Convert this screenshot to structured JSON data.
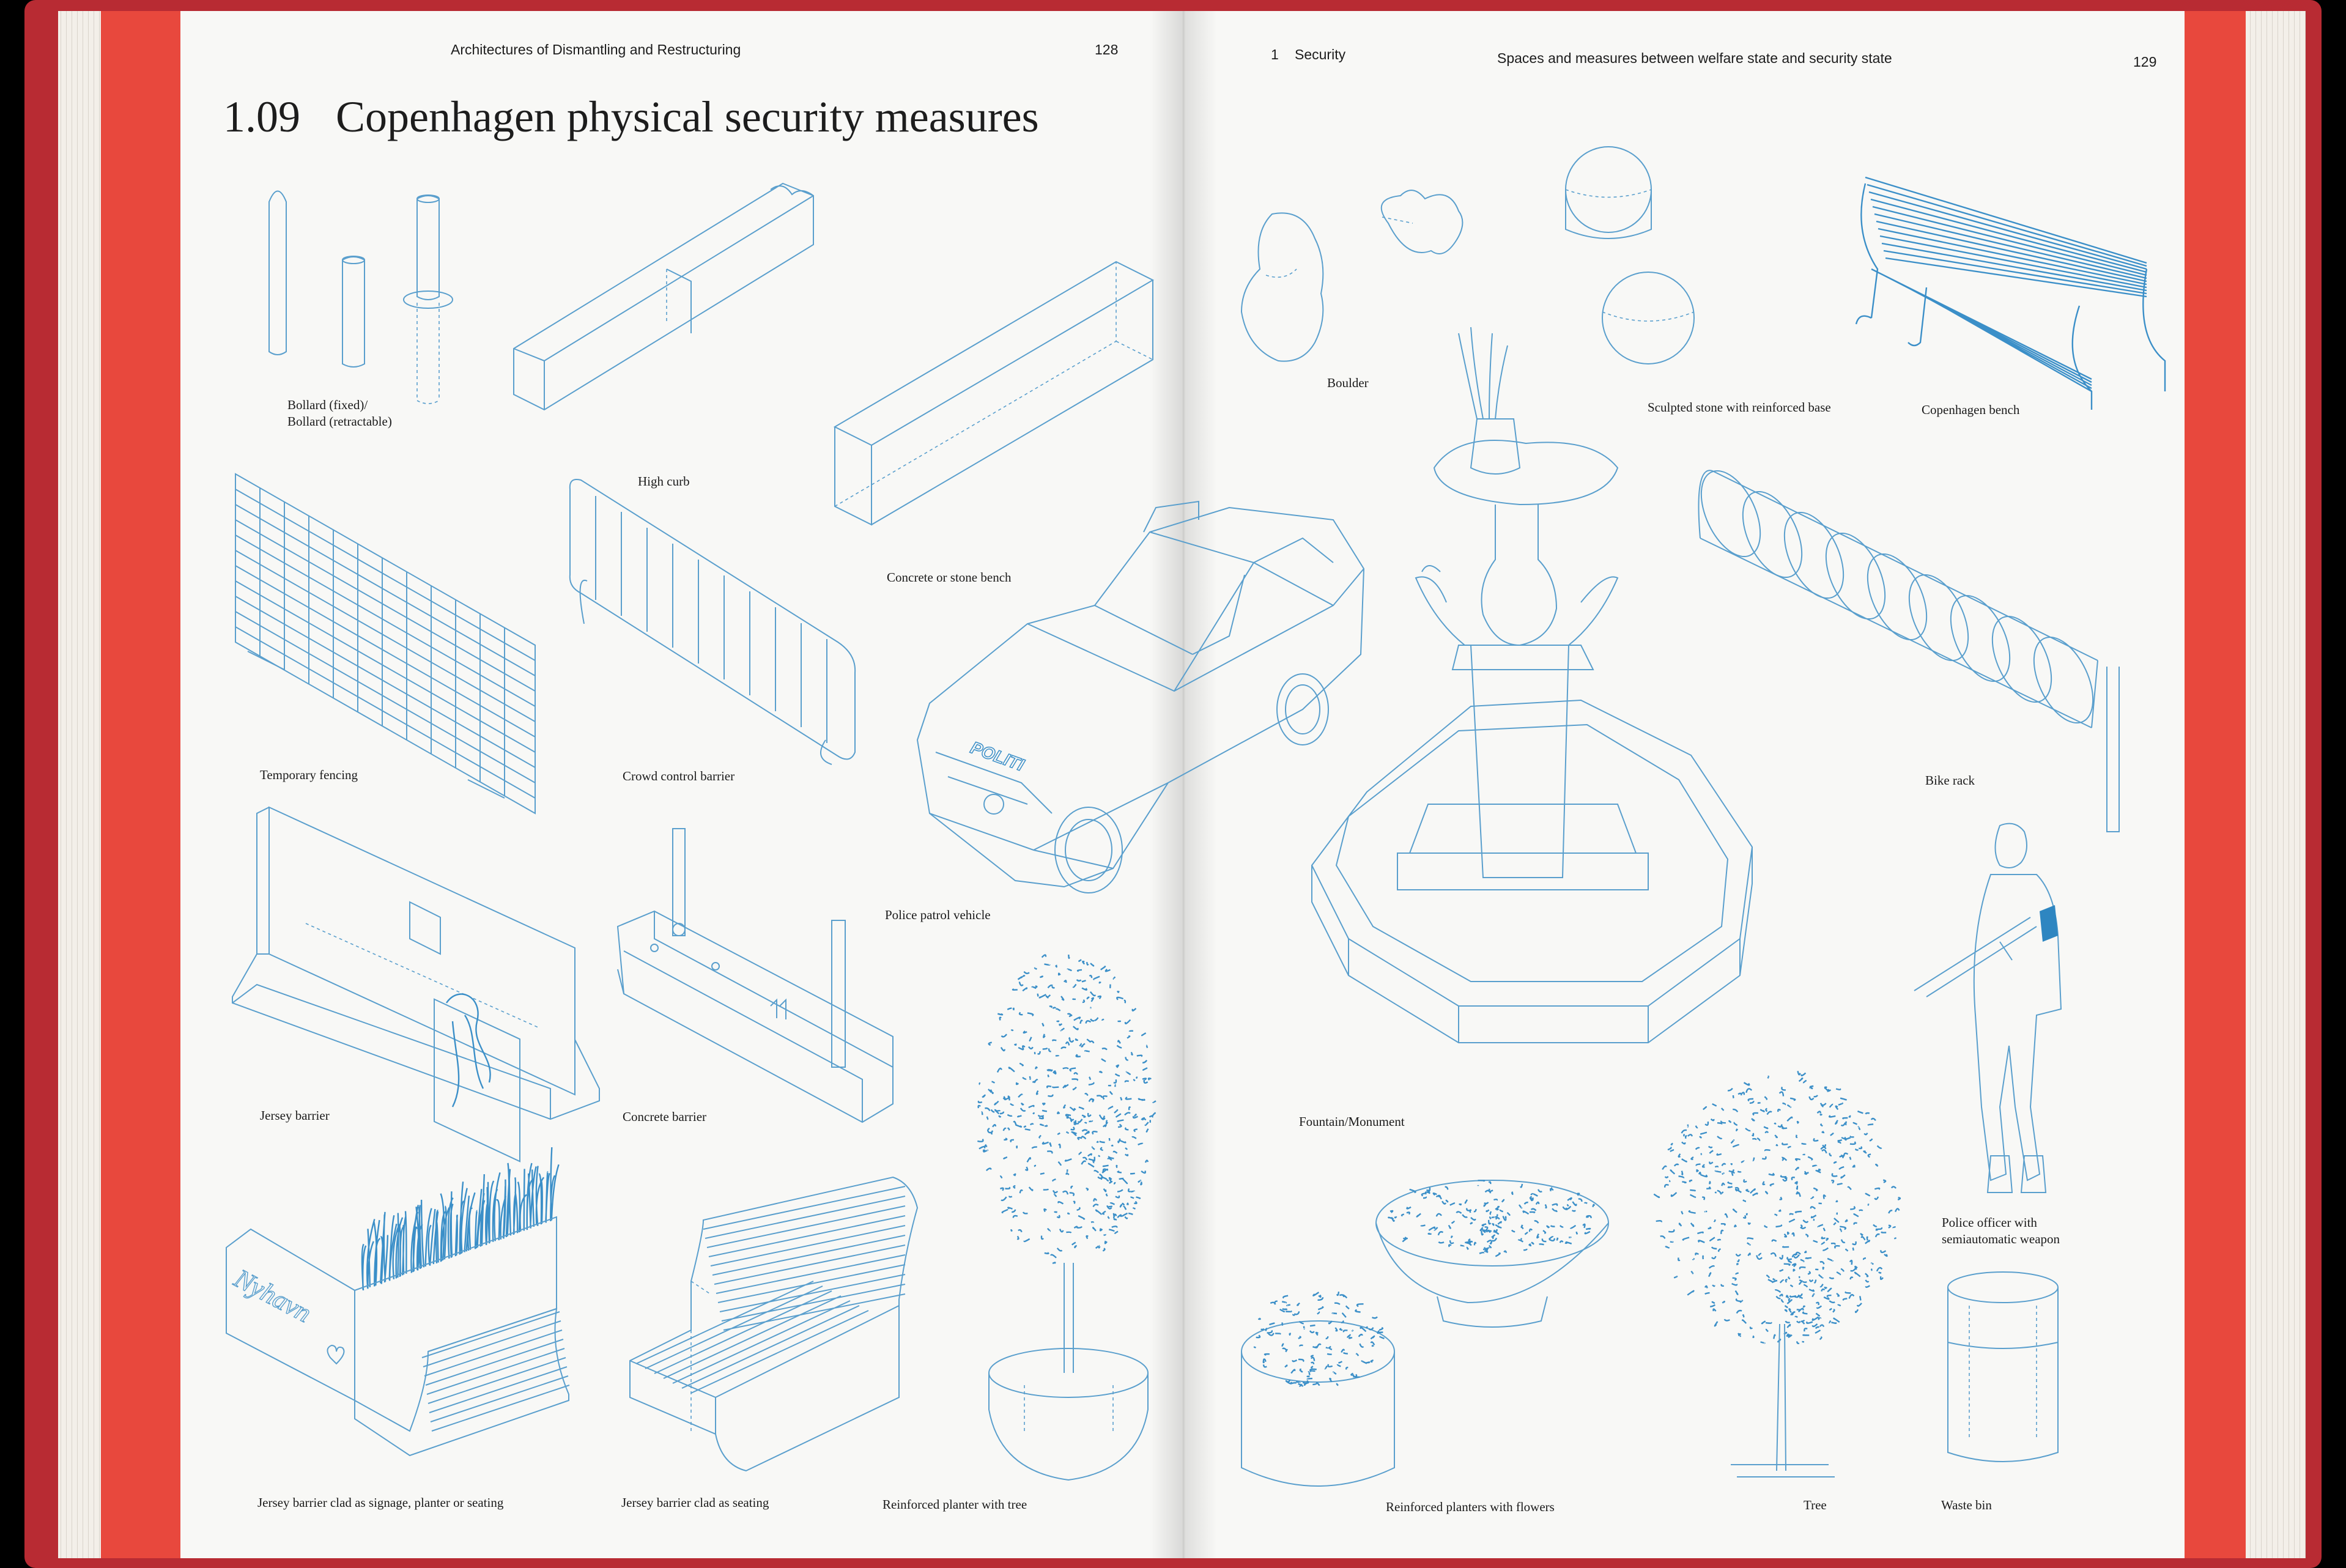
{
  "header": {
    "left_running_title": "Architectures of Dismantling and Restructuring",
    "left_page_number": "128",
    "right_section_number": "1",
    "right_section_name": "Security",
    "right_running_title": "Spaces and measures between welfare state and security state",
    "right_page_number": "129"
  },
  "title": {
    "number": "1.09",
    "text": "Copenhagen physical security measures"
  },
  "captions": {
    "bollard_line1": "Bollard (fixed)/",
    "bollard_line2": "Bollard (retractable)",
    "high_curb": "High curb",
    "concrete_bench": "Concrete or stone bench",
    "temporary_fencing": "Temporary fencing",
    "crowd_barrier": "Crowd control barrier",
    "police_vehicle": "Police patrol vehicle",
    "jersey_barrier": "Jersey barrier",
    "concrete_barrier": "Concrete barrier",
    "jersey_signage": "Jersey barrier clad as signage, planter or seating",
    "jersey_seating": "Jersey barrier clad as seating",
    "planter_tree": "Reinforced planter with tree",
    "boulder": "Boulder",
    "sculpted_stone": "Sculpted stone with reinforced base",
    "copenhagen_bench": "Copenhagen bench",
    "bike_rack": "Bike rack",
    "fountain": "Fountain/Monument",
    "officer_line1": "Police officer with",
    "officer_line2": "semiautomatic weapon",
    "planters_flowers": "Reinforced planters with flowers",
    "tree": "Tree",
    "waste_bin": "Waste bin"
  },
  "vehicle_text": "POLITI"
}
